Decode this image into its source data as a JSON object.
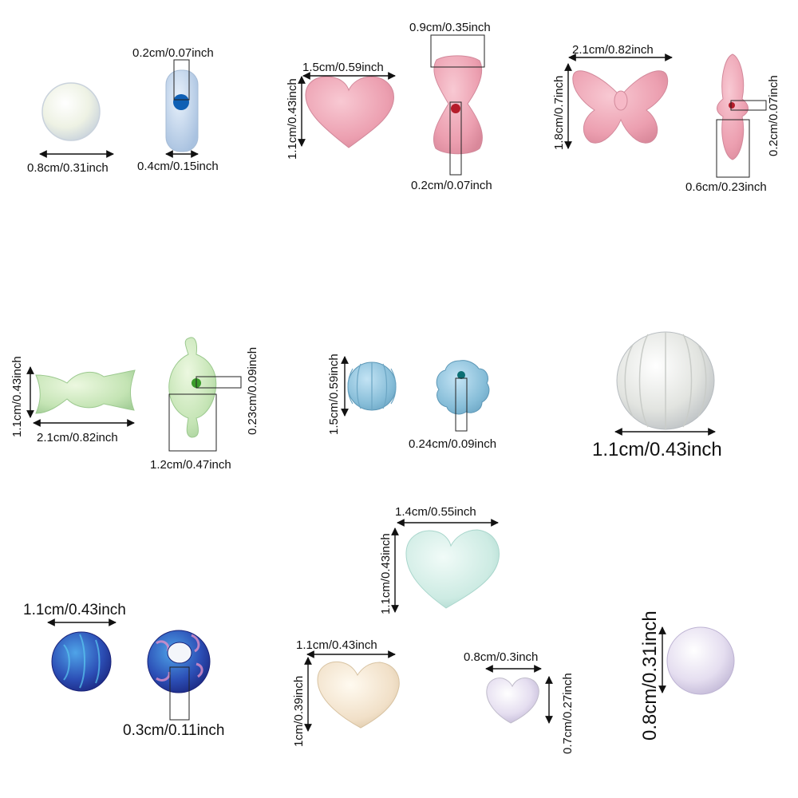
{
  "beads": {
    "round_flat_white": {
      "width": "0.8cm/0.31inch",
      "thickness": "0.4cm/0.15inch",
      "hole": "0.2cm/0.07inch"
    },
    "pink_heart": {
      "width": "1.5cm/0.59inch",
      "height": "1.1cm/0.43inch"
    },
    "pink_bow_side": {
      "width": "0.9cm/0.35inch",
      "hole": "0.2cm/0.07inch"
    },
    "pink_butterfly": {
      "width": "2.1cm/0.82inch",
      "height": "1.8cm/0.7inch"
    },
    "pink_butterfly_side": {
      "hole": "0.2cm/0.07inch",
      "thickness": "0.6cm/0.23inch"
    },
    "green_candy": {
      "height": "1.1cm/0.43inch",
      "width": "2.1cm/0.82inch"
    },
    "green_candy_side": {
      "hole": "0.23cm/0.09inch",
      "thickness": "1.2cm/0.47inch"
    },
    "blue_pumpkin": {
      "height": "1.5cm/0.59inch",
      "hole": "0.24cm/0.09inch"
    },
    "white_pumpkin": {
      "width": "1.1cm/0.43inch"
    },
    "mint_heart": {
      "width": "1.4cm/0.55inch",
      "height": "1.1cm/0.43inch"
    },
    "blue_floral_round": {
      "width": "1.1cm/0.43inch",
      "hole": "0.3cm/0.11inch"
    },
    "cream_heart": {
      "width": "1.1cm/0.43inch",
      "height": "1cm/0.39inch"
    },
    "small_heart": {
      "width": "0.8cm/0.3inch",
      "height": "0.7cm/0.27inch"
    },
    "lavender_round": {
      "width": "0.8cm/0.31inch"
    }
  }
}
